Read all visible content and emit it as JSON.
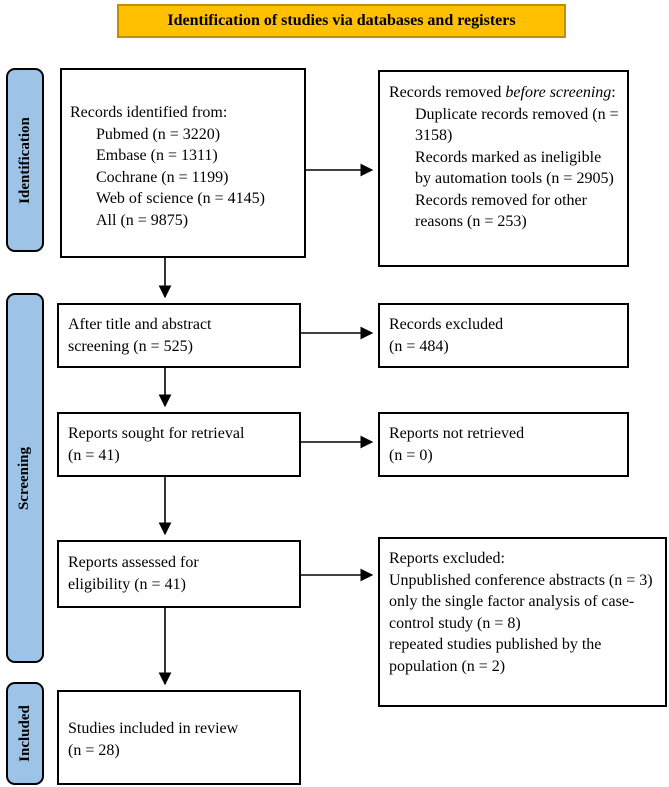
{
  "banner": {
    "label": "Identification of studies via databases and registers"
  },
  "stages": [
    {
      "label": "Identification"
    },
    {
      "label": "Screening"
    },
    {
      "label": "Included"
    }
  ],
  "boxes": {
    "identified": {
      "title": "Records identified from:",
      "items": [
        "Pubmed (n = 3220)",
        "Embase (n = 1311)",
        "Cochrane (n = 1199)",
        "Web of science (n = 4145)",
        "All (n = 9875)"
      ]
    },
    "removed_before_screening": {
      "title_prefix": "Records removed ",
      "title_italic": "before screening",
      "title_suffix": ":",
      "items": [
        "Duplicate records removed (n = 3158)",
        "Records marked as ineligible by automation tools (n = 2905)",
        "Records removed for other reasons (n = 253)"
      ]
    },
    "title_abstract_screening": {
      "text": "After title and abstract\nscreening (n = 525)"
    },
    "records_excluded": {
      "text": "Records excluded\n(n = 484)"
    },
    "reports_sought": {
      "text": "Reports sought for retrieval\n(n = 41)"
    },
    "reports_not_retrieved": {
      "text": "Reports not retrieved\n(n = 0)"
    },
    "reports_assessed": {
      "text": "Reports assessed for\neligibility (n = 41)"
    },
    "reports_excluded": {
      "title": "Reports excluded:",
      "items": [
        "Unpublished conference abstracts (n = 3)",
        "only the single factor analysis of case-control study (n = 8)",
        "repeated studies published by the population (n = 2)"
      ]
    },
    "studies_included": {
      "text": "Studies included in review\n(n = 28)"
    }
  },
  "colors": {
    "banner_fill": "#FFC000",
    "banner_border": "#BF9000",
    "stage_fill": "#9DC3E6",
    "box_border": "#000000",
    "background": "#FFFFFF"
  }
}
